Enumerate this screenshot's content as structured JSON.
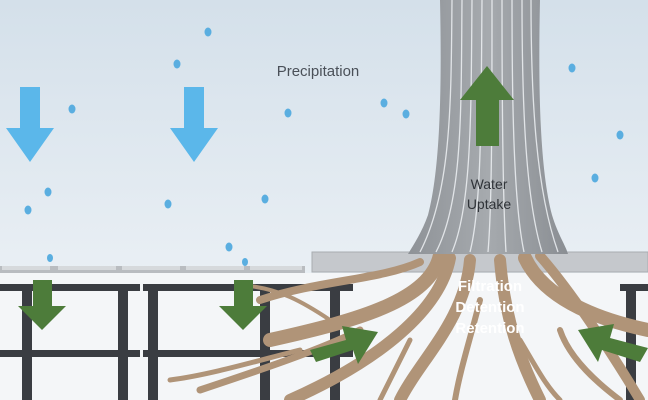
{
  "labels": {
    "precipitation": "Precipitation",
    "uptake_line1": "Water",
    "uptake_line2": "Uptake",
    "soil_line1": "Filtration",
    "soil_line2": "Detention",
    "soil_line3": "Retention"
  },
  "colors": {
    "sky_top": "#d6e2ec",
    "sky_bottom": "#f2f5f8",
    "rain_arrow": "#5bb7ea",
    "raindrop": "#5aaee0",
    "green_arrow": "#4d7c3a",
    "trunk": "#9a9ea3",
    "trunk_lines": "#eef1f4",
    "slab": "#c8cbcf",
    "roots": "#b09478",
    "frame": "#3a3d42"
  },
  "icons": [
    "rain-arrow-icon",
    "raindrop-icon",
    "down-arrow-icon",
    "up-arrow-icon",
    "inflow-arrow-icon"
  ]
}
